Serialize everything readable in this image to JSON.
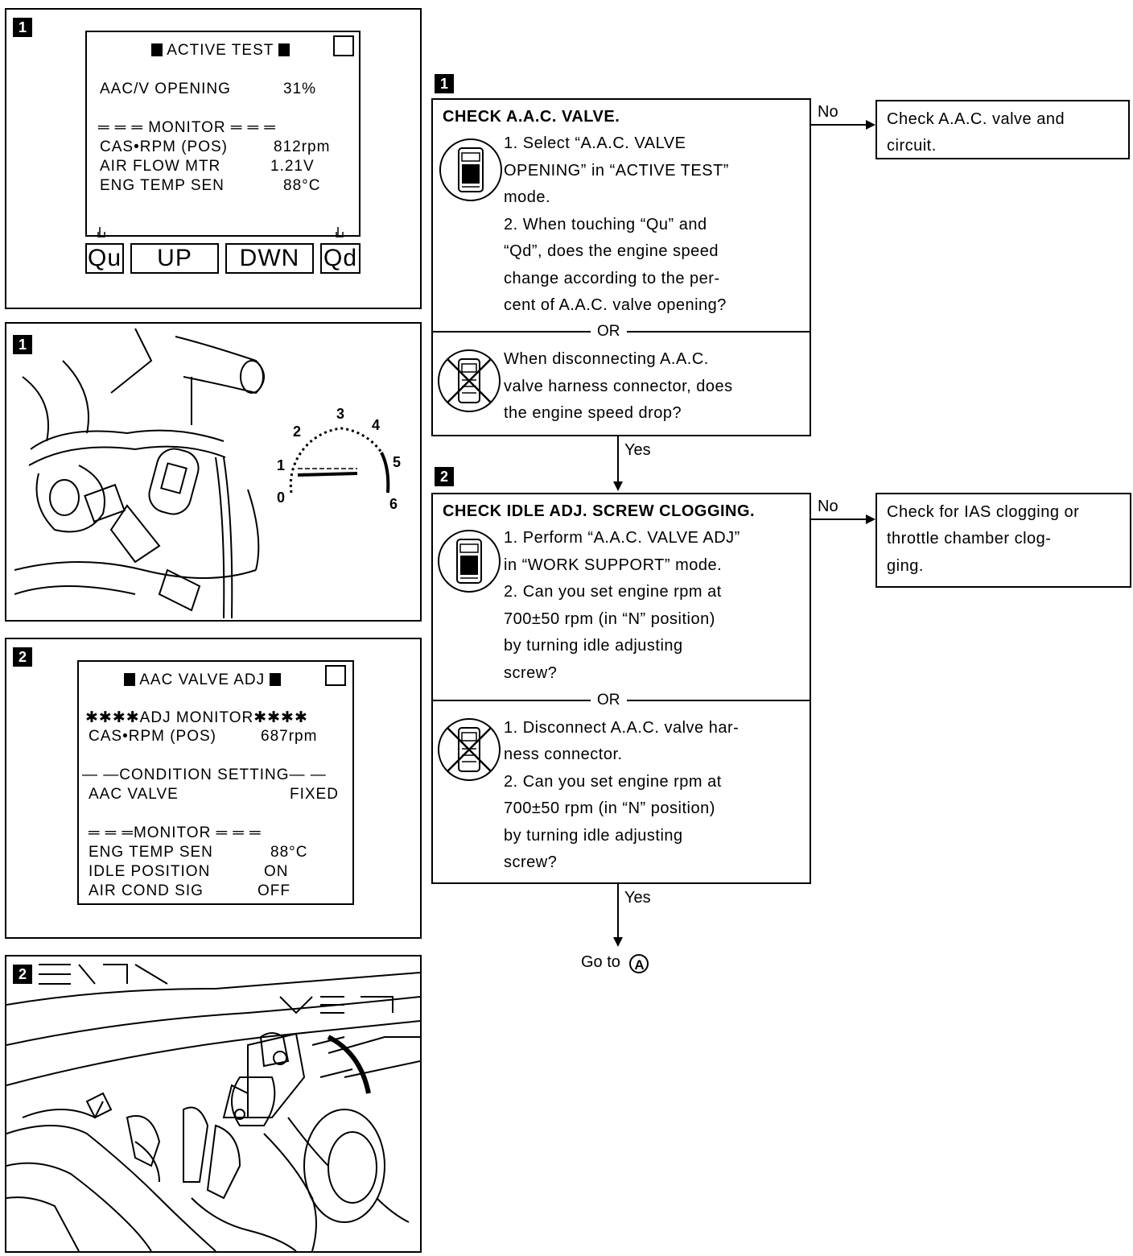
{
  "left_panels": {
    "panel1": {
      "badge": "1",
      "screen": {
        "title": "ACTIVE TEST",
        "row1_label": "AAC/V OPENING",
        "row1_value": "31%",
        "monitor_header": "═ ═ ═ MONITOR ═ ═ ═",
        "rows": [
          {
            "label": "CAS•RPM (POS)",
            "value": "812rpm"
          },
          {
            "label": "AIR FLOW MTR",
            "value": "1.21V"
          },
          {
            "label": "ENG TEMP SEN",
            "value": "88°C"
          }
        ],
        "buttons": [
          "Qu",
          "UP",
          "DWN",
          "Qd"
        ]
      }
    },
    "panel2": {
      "badge": "1",
      "gauge_ticks": [
        "0",
        "1",
        "2",
        "3",
        "4",
        "5",
        "6"
      ]
    },
    "panel3": {
      "badge": "2",
      "screen": {
        "title": "AAC VALVE ADJ",
        "adj_header": "✱✱✱✱ADJ MONITOR✱✱✱✱",
        "adj_row_label": "CAS•RPM (POS)",
        "adj_row_value": "687rpm",
        "cond_header": "— —CONDITION SETTING— —",
        "cond_row_label": "AAC VALVE",
        "cond_row_value": "FIXED",
        "monitor_header": "═ ═ ═MONITOR ═ ═ ═",
        "rows": [
          {
            "label": "ENG TEMP SEN",
            "value": "88°C"
          },
          {
            "label": "IDLE POSITION",
            "value": "ON"
          },
          {
            "label": "AIR COND SIG",
            "value": "OFF"
          }
        ]
      }
    },
    "panel4": {
      "badge": "2"
    }
  },
  "flow": {
    "step1": {
      "badge": "1",
      "title": "CHECK A.A.C. VALVE.",
      "consult_lines": [
        "1.  Select “A.A.C. VALVE",
        "     OPENING” in “ACTIVE TEST”",
        "     mode.",
        "2.  When touching “Qu” and",
        "     “Qd”, does the engine speed",
        "     change according to the per-",
        "     cent of A.A.C. valve opening?"
      ],
      "or_label": "OR",
      "noconsult_lines": [
        "When disconnecting A.A.C.",
        "valve harness connector, does",
        "the engine speed drop?"
      ],
      "no_label": "No",
      "no_result_lines": [
        "Check A.A.C. valve and",
        "circuit."
      ],
      "yes_label": "Yes"
    },
    "step2": {
      "badge": "2",
      "title": "CHECK IDLE ADJ. SCREW CLOGGING.",
      "consult_lines": [
        "1.  Perform “A.A.C. VALVE ADJ”",
        "     in “WORK SUPPORT” mode.",
        "2.  Can you set engine rpm at",
        "     700±50 rpm (in “N” position)",
        "     by turning idle adjusting",
        "     screw?"
      ],
      "or_label": "OR",
      "noconsult_lines": [
        "1.  Disconnect A.A.C. valve har-",
        "     ness connector.",
        "2.  Can you set engine rpm at",
        "     700±50 rpm (in “N” position)",
        "     by turning idle adjusting",
        "     screw?"
      ],
      "no_label": "No",
      "no_result_lines": [
        "Check for IAS clogging or",
        "throttle chamber clog-",
        "ging."
      ],
      "yes_label": "Yes",
      "goto_label": "Go to",
      "goto_target": "A"
    }
  }
}
